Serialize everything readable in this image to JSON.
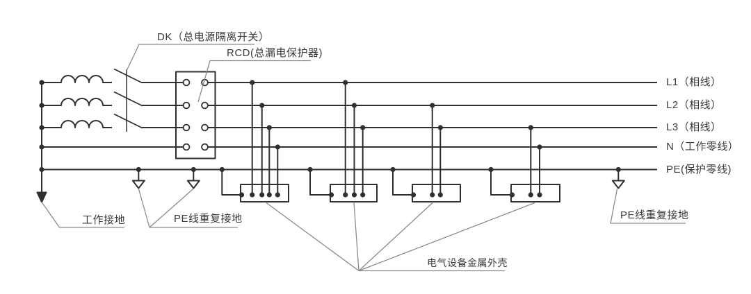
{
  "diagram_type": "TN-S 三相五线制供电系统接线示意图",
  "colors": {
    "background": "#ffffff",
    "circuit_line": "#2f2f2f",
    "leader_line": "#8a8a8a",
    "text": "#3a3a3a"
  },
  "components": {
    "dk_switch": {
      "label": "DK（总电源隔离开关）"
    },
    "rcd": {
      "label": "RCD(总漏电保护器)"
    }
  },
  "lines": [
    {
      "id": "L1",
      "label": "L1（相线）"
    },
    {
      "id": "L2",
      "label": "L2（相线）"
    },
    {
      "id": "L3",
      "label": "L3（相线）"
    },
    {
      "id": "N",
      "label": "N（工作零线）"
    },
    {
      "id": "PE",
      "label": "PE(保护零线)"
    }
  ],
  "grounds": {
    "working": {
      "label": "工作接地"
    },
    "pe_repeat_left": {
      "label": "PE线重复接地"
    },
    "pe_repeat_right": {
      "label": "PE线重复接地"
    }
  },
  "equipment": {
    "enclosure_label": "电气设备金属外壳",
    "box_count": 4,
    "box_connections": [
      [
        "L1",
        "L2",
        "L3",
        "N",
        "PE"
      ],
      [
        "L1",
        "L2",
        "L3",
        "PE"
      ],
      [
        "L2",
        "L3",
        "PE"
      ],
      [
        "L3",
        "N",
        "PE"
      ]
    ]
  }
}
